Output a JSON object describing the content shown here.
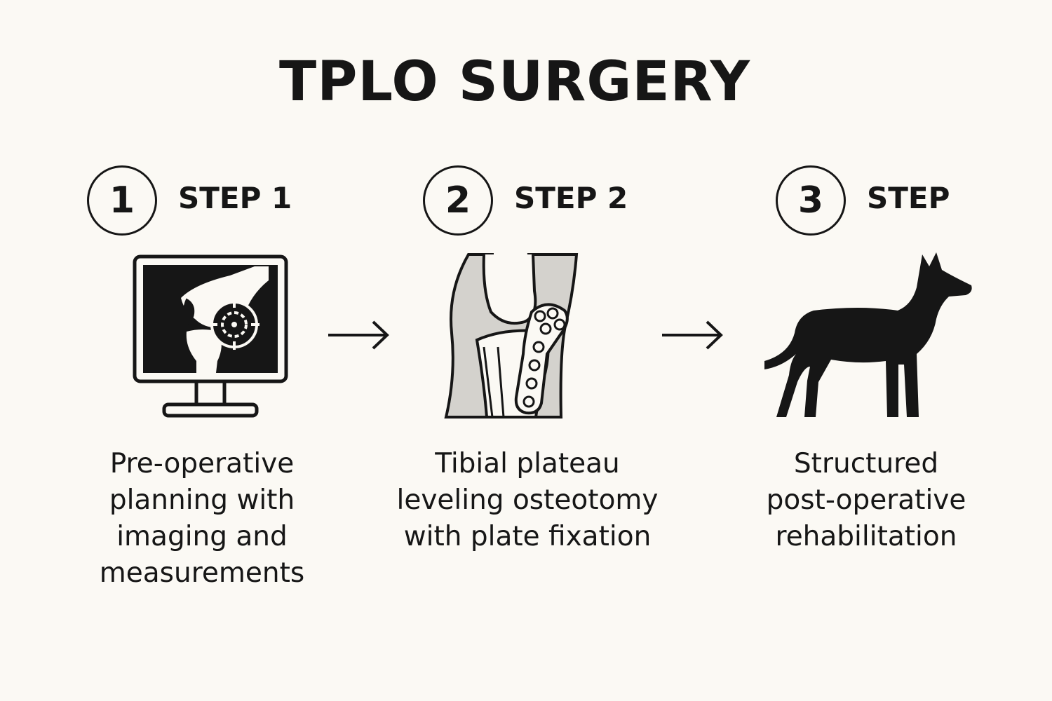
{
  "title": "TPLO SURGERY",
  "steps": [
    {
      "number": "1",
      "label": "STEP 1",
      "icon": "xray-monitor-icon",
      "description_lines": [
        "Pre-operative",
        "planning with",
        "imaging and",
        "measurements"
      ]
    },
    {
      "number": "2",
      "label": "STEP 2",
      "icon": "knee-plate-icon",
      "description_lines": [
        "Tibial plateau",
        "leveling osteotomy",
        "with plate fixation"
      ]
    },
    {
      "number": "3",
      "label": "STEP",
      "icon": "dog-icon",
      "description_lines": [
        "Structured",
        "post-operative",
        "rehabilitation"
      ]
    }
  ],
  "colors": {
    "background": "#fbf9f4",
    "ink": "#161616",
    "bone_fill": "#d4d2cd"
  }
}
